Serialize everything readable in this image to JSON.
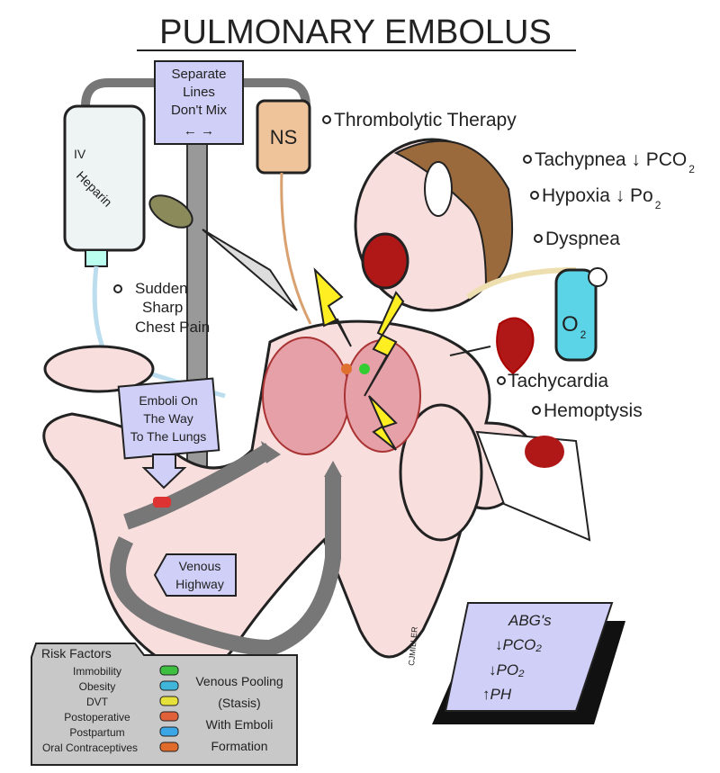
{
  "title": "PULMONARY EMBOLUS",
  "iv_bag": {
    "label": "IV",
    "drug": "Heparin"
  },
  "sign": {
    "lines": [
      "Separate",
      "Lines",
      "Don't Mix"
    ],
    "arrows": "← →"
  },
  "ns_bag": {
    "label": "NS"
  },
  "oxygen": {
    "label": "O",
    "sub": "2"
  },
  "labels": {
    "thrombolytic": "Thrombolytic Therapy",
    "tachypnea": "Tachypnea ↓ PCO",
    "tachypnea_sub": "2",
    "hypoxia": "Hypoxia ↓ Po",
    "hypoxia_sub": "2",
    "dyspnea": "Dyspnea",
    "chest_pain": [
      "Sudden",
      "Sharp",
      "Chest Pain"
    ],
    "tachycardia": "Tachycardia",
    "hemoptysis": "Hemoptysis"
  },
  "emboli_sign": [
    "Emboli On",
    "The Way",
    "To The Lungs"
  ],
  "venous_sign": [
    "Venous",
    "Highway"
  ],
  "signature": "CJMILLER",
  "risk_factors": {
    "title": "Risk Factors",
    "items": [
      "Immobility",
      "Obesity",
      "DVT",
      "Postoperative",
      "Postpartum",
      "Oral Contraceptives"
    ],
    "car_colors": [
      "#3fbf3f",
      "#3fb6d9",
      "#e6e03a",
      "#e0603a",
      "#3aa6e6",
      "#e06a2a"
    ],
    "description": [
      "Venous Pooling",
      "(Stasis)",
      "With Emboli",
      "Formation"
    ]
  },
  "abg": {
    "title": "ABG's",
    "lines": [
      "↓PCO₂",
      "↓PO₂",
      "↑PH"
    ]
  },
  "colors": {
    "skin": "#f9dede",
    "sign": "#cfcff7",
    "gray": "#c8c8c8",
    "lightning": "#ffee22",
    "blood": "#b01818",
    "hair": "#9a6a3c"
  }
}
